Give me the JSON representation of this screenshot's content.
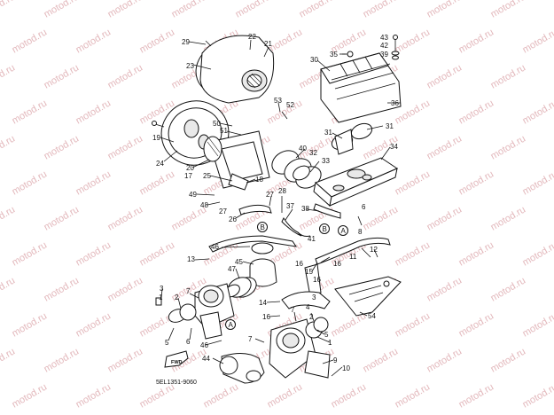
{
  "watermark": "motod.ru",
  "diagram_code": "5EL1351-9060",
  "fwd_label": "FWD",
  "circle_refs": {
    "a": "A",
    "b": "B"
  },
  "callouts": [
    "1",
    "2",
    "3",
    "4",
    "5",
    "6",
    "7",
    "8",
    "9",
    "10",
    "11",
    "12",
    "13",
    "14",
    "15",
    "16",
    "17",
    "18",
    "19",
    "20",
    "21",
    "22",
    "23",
    "24",
    "25",
    "26",
    "27",
    "28",
    "29",
    "30",
    "31",
    "32",
    "33",
    "34",
    "35",
    "36",
    "37",
    "38",
    "39",
    "40",
    "41",
    "42",
    "43",
    "44",
    "45",
    "46",
    "47",
    "48",
    "49",
    "50",
    "51",
    "52",
    "53",
    "54"
  ],
  "colors": {
    "line": "#111111",
    "watermark": "#e3b8bc",
    "background": "#ffffff"
  }
}
